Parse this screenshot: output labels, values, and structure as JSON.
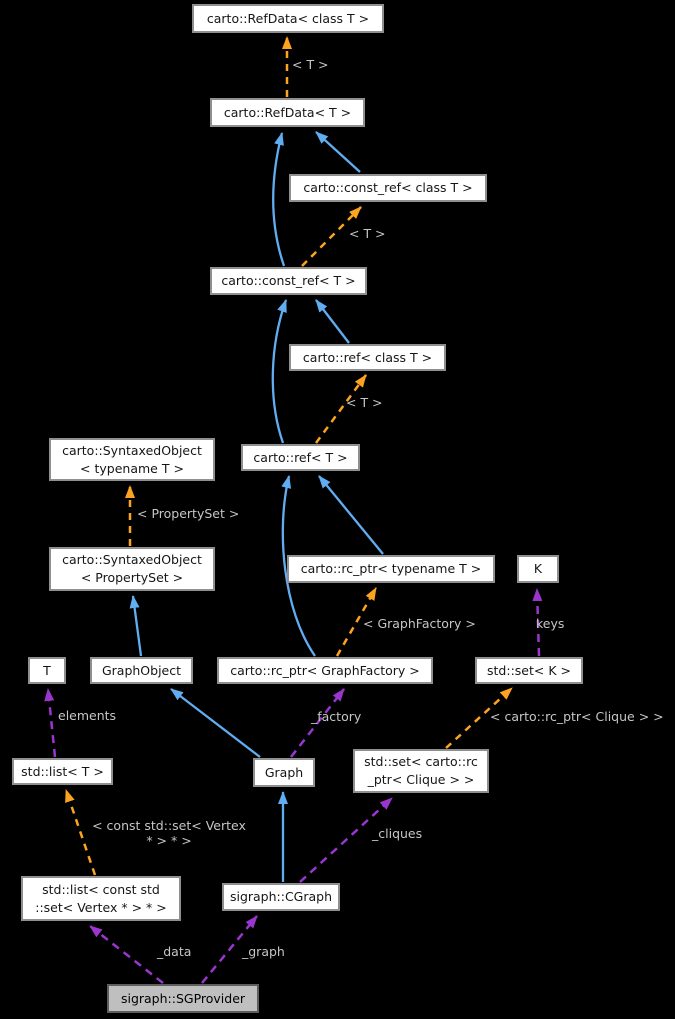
{
  "diagram": {
    "type": "doxygen-collaboration-graph",
    "nodes": {
      "refdata_class_t": {
        "label": "carto::RefData< class T >"
      },
      "refdata_t": {
        "label": "carto::RefData< T >"
      },
      "const_ref_class_t": {
        "label": "carto::const_ref< class T >"
      },
      "const_ref_t": {
        "label": "carto::const_ref< T >"
      },
      "ref_class_t": {
        "label": "carto::ref< class T >"
      },
      "syntaxed_object_typename_t": {
        "label": "carto::SyntaxedObject\n< typename T >"
      },
      "ref_t": {
        "label": "carto::ref< T >"
      },
      "syntaxed_object_propertyset": {
        "label": "carto::SyntaxedObject\n< PropertySet >"
      },
      "rc_ptr_typename_t": {
        "label": "carto::rc_ptr< typename T >"
      },
      "k": {
        "label": "K"
      },
      "t": {
        "label": "T"
      },
      "graphobject": {
        "label": "GraphObject"
      },
      "rc_ptr_graphfactory": {
        "label": "carto::rc_ptr< GraphFactory >"
      },
      "std_set_k": {
        "label": "std::set< K >"
      },
      "std_list_t": {
        "label": "std::list< T >"
      },
      "graph": {
        "label": "Graph"
      },
      "std_set_clique": {
        "label": "std::set< carto::rc\n_ptr< Clique > >"
      },
      "std_list_vertex": {
        "label": "std::list< const std\n::set< Vertex * > * >"
      },
      "cgraph": {
        "label": "sigraph::CGraph"
      },
      "sgprovider": {
        "label": "sigraph::SGProvider"
      }
    },
    "edge_labels": {
      "t_top": "< T >",
      "t_mid": "< T >",
      "t_low": "< T >",
      "propertyset": "< PropertySet >",
      "graphfactory": "< GraphFactory >",
      "keys": "keys",
      "elements": "elements",
      "factory": "_factory",
      "clique_inst": "< carto::rc_ptr< Clique > >",
      "cliques": "_cliques",
      "vertex_inst": "< const std::set< Vertex\n* > * >",
      "data": "_data",
      "graph": "_graph"
    },
    "colors": {
      "background": "#000000",
      "inheritance_arrow": "#61adf1",
      "template_arrow": "#fca320",
      "usage_arrow": "#9a36cd",
      "edge_label_text": "#c6c6c6",
      "node_fill": "#ffffff",
      "node_border": "#8f8f8f",
      "node_text": "#161616",
      "current_node_fill": "#bfbfbf",
      "current_node_border": "#5e5e5e"
    }
  }
}
